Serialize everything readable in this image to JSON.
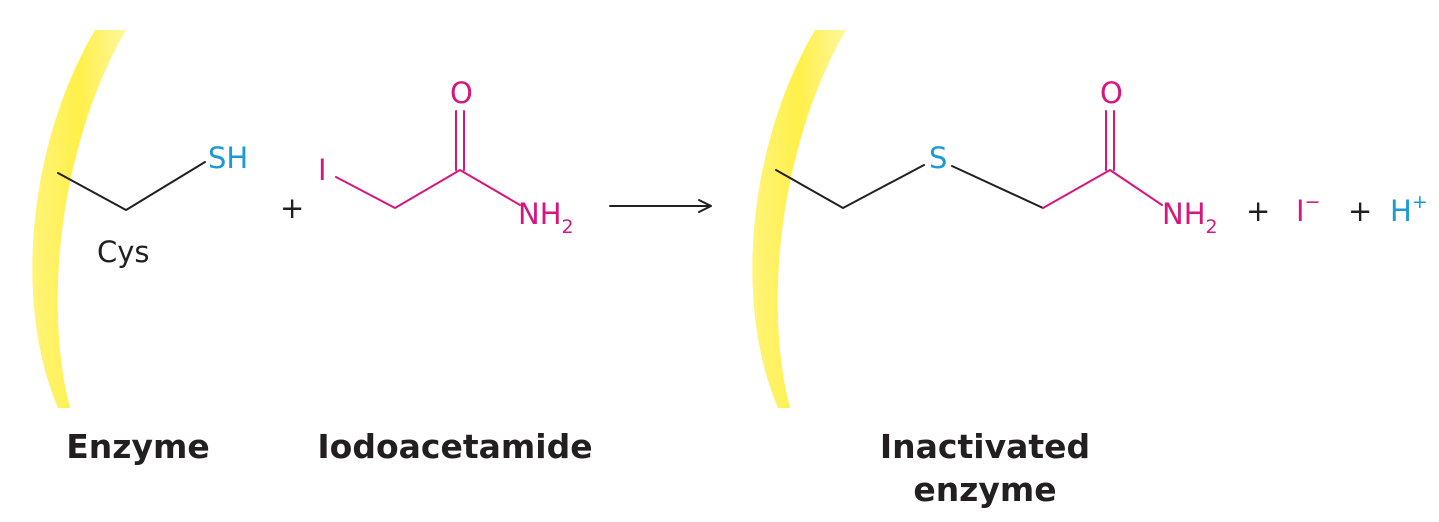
{
  "colors": {
    "enzyme_surface": "#fff04a",
    "bond": "#231f20",
    "reagent": "#d6167f",
    "sulfur_and_proton": "#1b9ad6"
  },
  "reactant": {
    "residue_label": "Cys",
    "thiol_label": "SH",
    "caption": "Enzyme"
  },
  "reagent": {
    "iodine_label": "I",
    "oxygen_label": "O",
    "amide_label": "NH",
    "amide_subscript": "2",
    "caption": "Iodoacetamide"
  },
  "operators": {
    "plus": "+"
  },
  "product": {
    "sulfur_label": "S",
    "oxygen_label": "O",
    "amide_label": "NH",
    "amide_subscript": "2",
    "caption_line1": "Inactivated",
    "caption_line2": "enzyme"
  },
  "byproducts": {
    "iodide_label": "I",
    "iodide_charge": "−",
    "proton_label": "H",
    "proton_charge": "+"
  }
}
